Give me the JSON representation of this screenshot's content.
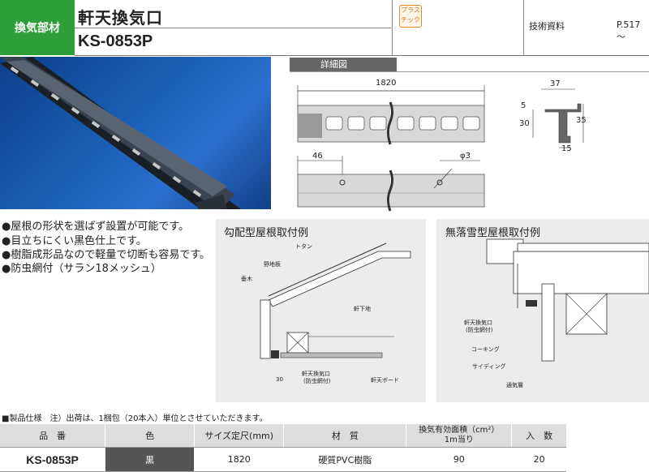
{
  "header": {
    "category": "換気部材",
    "title": "軒天換気口",
    "product_code": "KS-0853P",
    "badge_line1": "プラス",
    "badge_line2": "チック",
    "tech_label": "技術資料",
    "tech_page": "P.517～"
  },
  "detail": {
    "tab_label": "詳細図",
    "dim_length": "1820",
    "dim_pitch": "46",
    "dim_hole": "φ3",
    "dim_width": "37",
    "dim_top": "5",
    "dim_height1": "30",
    "dim_height2": "35",
    "dim_bottom": "15"
  },
  "features": [
    "●屋根の形状を選ばず設置が可能です。",
    "●目立ちにくい黒色仕上です。",
    "●樹脂成形品なので軽量で切断も容易です。",
    "●防虫網付（サラン18メッシュ）"
  ],
  "example1": {
    "title": "勾配型屋根取付例",
    "label_tatan": "トタン",
    "label_nojiita": "野地板",
    "label_taruki": "垂木",
    "label_nokishitaji": "軒下地",
    "label_product": "軒天換気口",
    "label_product_sub": "(防虫網付)",
    "label_board": "軒天ボード",
    "label_dim": "30"
  },
  "example2": {
    "title": "無落雪型屋根取付例",
    "label_product": "軒天換気口",
    "label_product_sub": "(防虫網付)",
    "label_caulking": "コーキング",
    "label_siding": "サイディング",
    "label_vent_layer": "通気層"
  },
  "spec": {
    "note": "■製品仕様　注）出荷は、1梱包（20本入）単位とさせていただきます。",
    "headers": [
      "品　番",
      "色",
      "サイズ定尺(mm)",
      "材　質",
      "換気有効面積（cm²）",
      "1m当り",
      "入　数"
    ],
    "row": {
      "code": "KS-0853P",
      "color": "黒",
      "size": "1820",
      "material": "硬質PVC樹脂",
      "area": "90",
      "qty": "20"
    }
  }
}
